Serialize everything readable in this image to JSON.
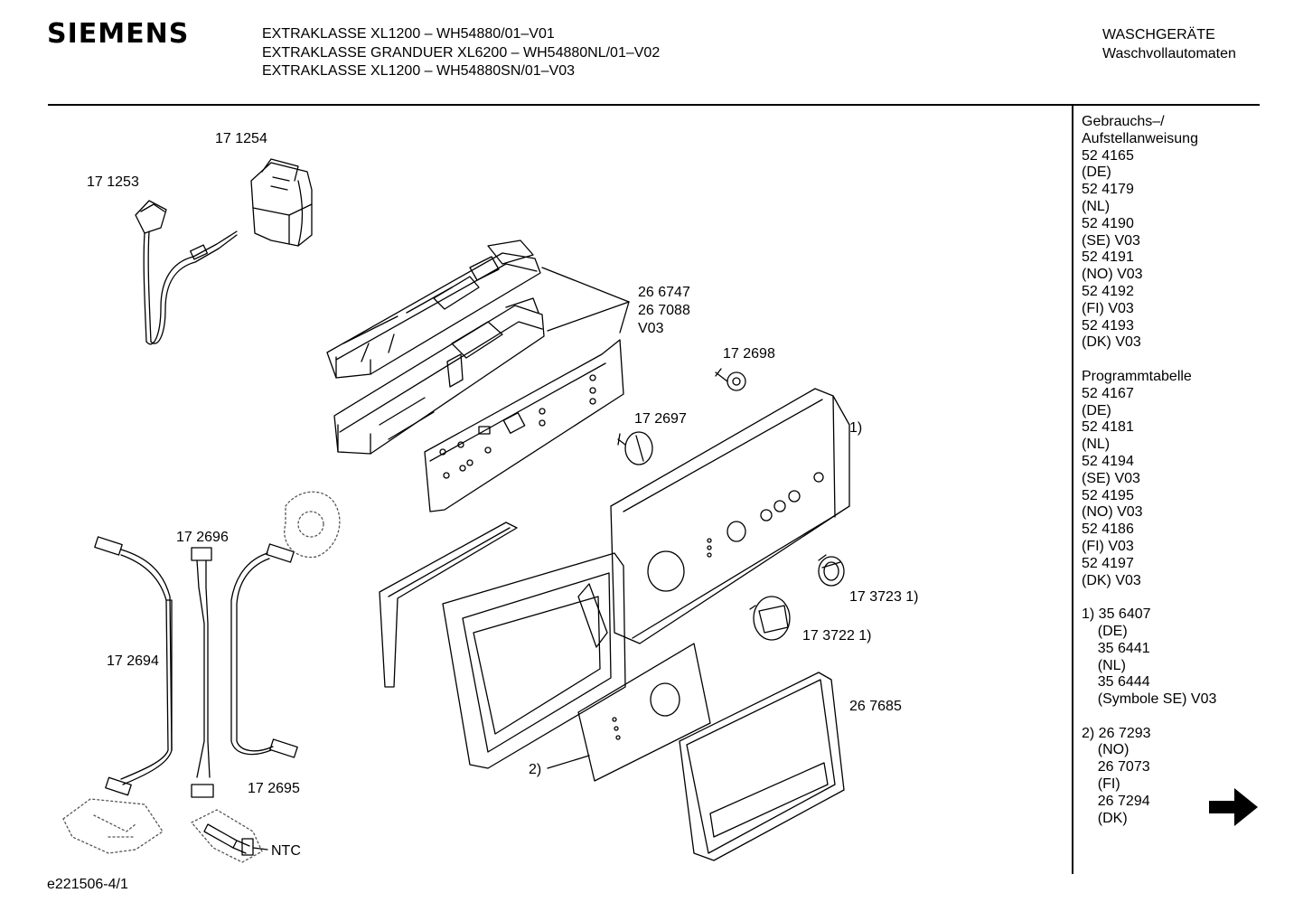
{
  "brand": "SIEMENS",
  "header": {
    "models": [
      "EXTRAKLASSE XL1200 – WH54880/01–V01",
      "EXTRAKLASSE GRANDUER XL6200 – WH54880NL/01–V02",
      "EXTRAKLASSE XL1200 – WH54880SN/01–V03"
    ],
    "category": [
      "WASCHGERÄTE",
      "Waschvollautomaten"
    ]
  },
  "sidebar": {
    "lines": [
      "Gebrauchs–/",
      "Aufstellanweisung",
      "52 4165",
      "(DE)",
      "52 4179",
      "(NL)",
      "52 4190",
      "(SE) V03",
      "52 4191",
      "(NO) V03",
      "52 4192",
      "(FI) V03",
      "52 4193",
      "(DK) V03",
      "",
      "Programmtabelle",
      "52 4167",
      "(DE)",
      "52 4181",
      "(NL)",
      "52 4194",
      "(SE) V03",
      "52 4195",
      "(NO) V03",
      "52 4186",
      "(FI) V03",
      "52 4197",
      "(DK) V03",
      "",
      "1) 35 6407",
      "    (DE)",
      "    35 6441",
      "    (NL)",
      "    35 6444",
      "    (Symbole SE) V03",
      "",
      "2) 26 7293",
      "    (NO)",
      "    26 7073",
      "    (FI)",
      "    26 7294",
      "    (DK)"
    ]
  },
  "labels": {
    "p171254": "17 1254",
    "p171253": "17 1253",
    "p266747": "26 6747",
    "p267088": "26 7088",
    "v03": "V03",
    "p172698": "17 2698",
    "p172697": "17 2697",
    "note1": "1)",
    "p172696": "17 2696",
    "p172694": "17 2694",
    "p173723": "17 3723 1)",
    "p173722": "17 3722 1)",
    "p267685": "26 7685",
    "note2": "2)",
    "p172695": "17 2695",
    "ntc": "NTC"
  },
  "footer": "e221506-4/1",
  "icons": {
    "next": "arrow-right-icon"
  }
}
